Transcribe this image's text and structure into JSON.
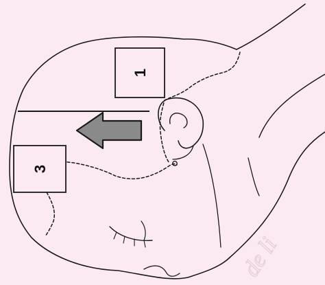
{
  "image": {
    "background_color": "#fbeaf1"
  },
  "diagram": {
    "zones": [
      {
        "id": "zone-1",
        "label": "1"
      },
      {
        "id": "zone-3",
        "label": "3"
      }
    ],
    "arrow": {
      "direction": "left",
      "fill_color": "#8a8a8a",
      "outline_color": "#1a1a1a"
    },
    "line_color": "#1a1a1a"
  },
  "watermark": {
    "text": "de li"
  }
}
